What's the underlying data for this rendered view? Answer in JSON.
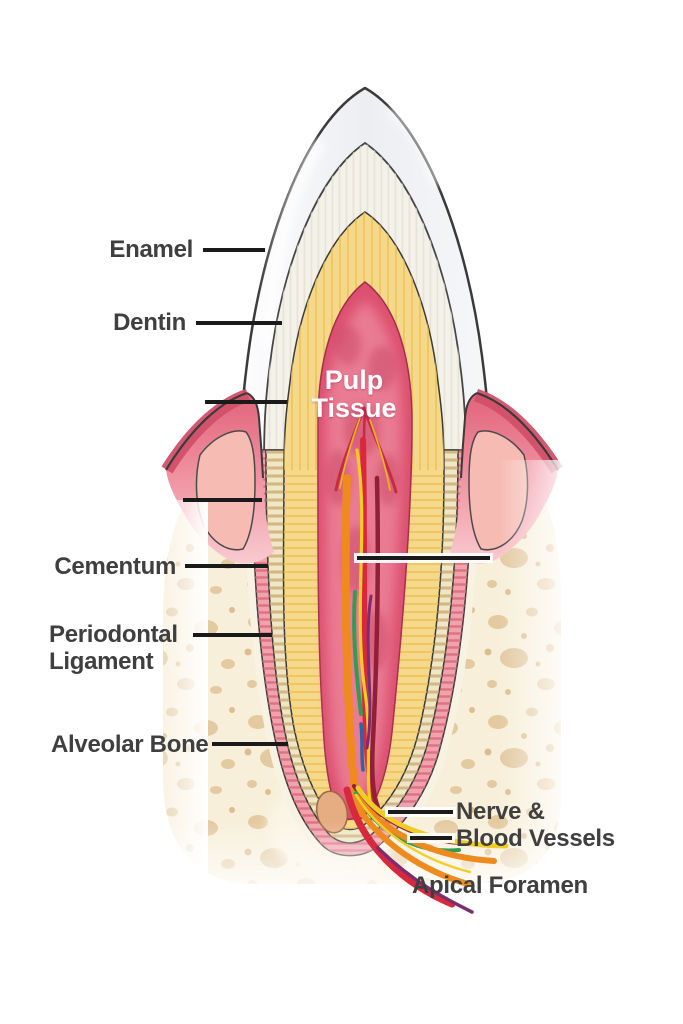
{
  "figure": {
    "type": "anatomical-diagram",
    "subject": "Cross-section of a human tooth and supporting structures",
    "background": "#ffffff",
    "label_text_color": "#3f3f3f",
    "leader_line_color": "#1a1a1a",
    "pulp_label_color": "#ffffff"
  },
  "labels": {
    "enamel": "Enamel",
    "dentin": "Dentin",
    "pulp_line1": "Pulp",
    "pulp_line2": "Tissue",
    "cementum": "Cementum",
    "periodontal_line1": "Periodontal",
    "periodontal_line2": "Ligament",
    "alveolar_bone": "Alveolar Bone",
    "nerve_line1": "Nerve &",
    "nerve_line2": "Blood Vessels",
    "apical_foramen": "Apical Foramen"
  },
  "colors": {
    "enamel": "#f1f2f5",
    "enamel_striae_zone": "#f4f1e9",
    "outline": "#3a3a3a",
    "dentin": "#f6d988",
    "dentin_stripe": "#eabd55",
    "pulp_wall": "#dc4f6f",
    "pulp_inner": "#ec8399",
    "cementum": "#f0e6c4",
    "cementum_ridge": "#c9ad76",
    "ligament": "#f1a2ac",
    "ligament_stripe": "#d96a7a",
    "gum_dark": "#d15069",
    "gum": "#ef8d9d",
    "gum_light": "#f6bcb4",
    "bone": "#f7efd9",
    "bone_spot": "#dfc194",
    "apical_foramen": "#e6ad83",
    "vessel_red": "#d6293e",
    "vessel_orange": "#ee8a1e",
    "vessel_yellow": "#f0cc24",
    "vessel_green": "#2f9e53",
    "vessel_maroon": "#8f2038",
    "vessel_purple": "#7c2d6e",
    "vessel_blue": "#2f62a8"
  }
}
